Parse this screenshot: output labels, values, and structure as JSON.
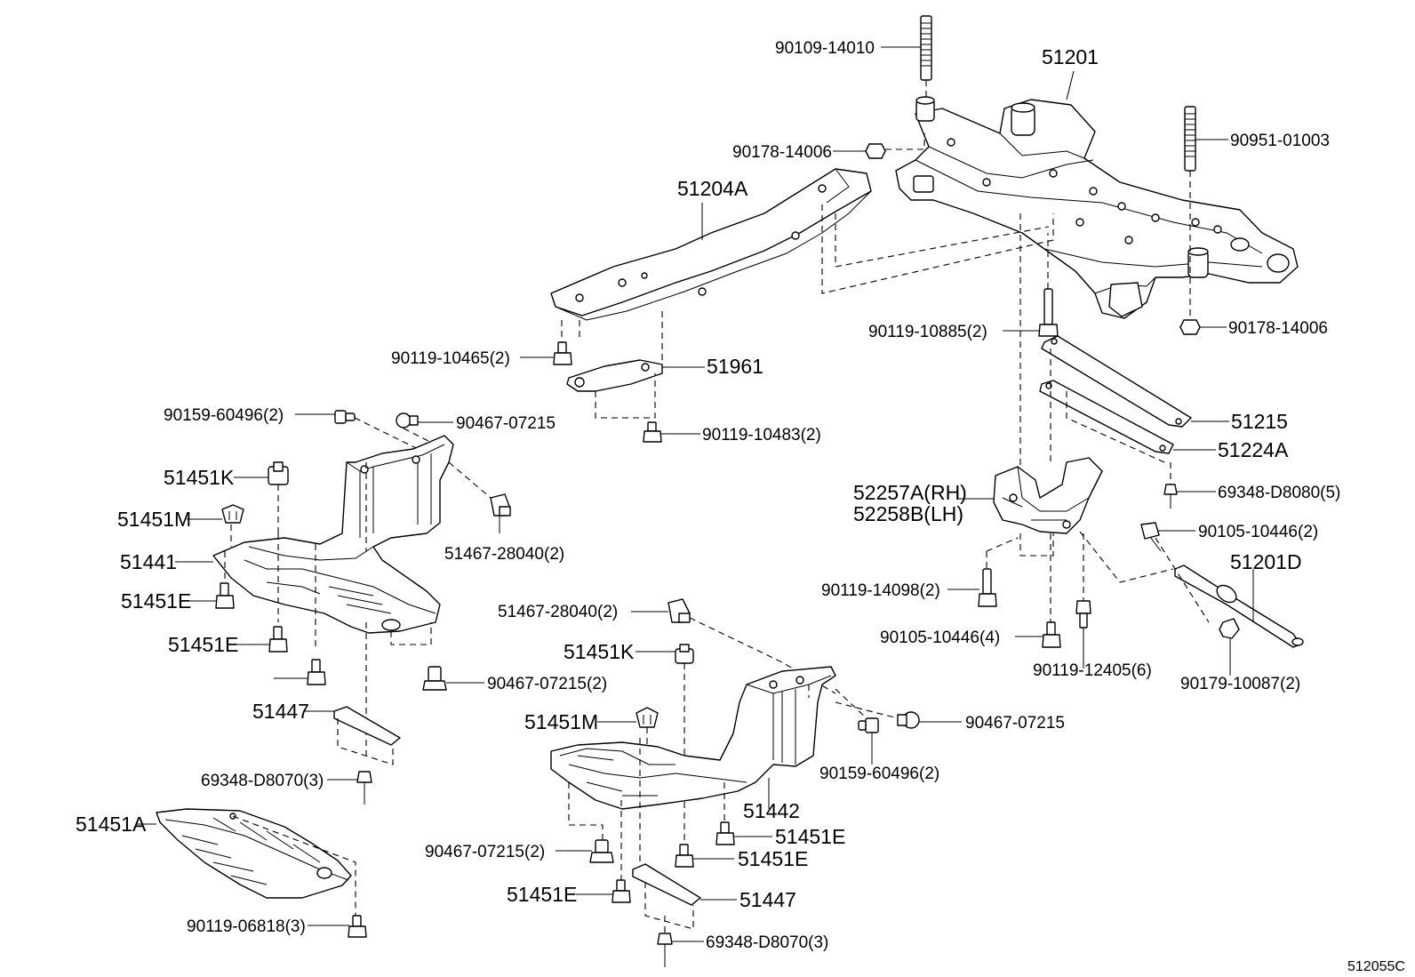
{
  "labels": {
    "p51201": "51201",
    "p90109_14010": "90109-14010",
    "p90951_01003": "90951-01003",
    "p90178_14006_top": "90178-14006",
    "p90178_14006_right": "90178-14006",
    "p51204A": "51204A",
    "p90119_10885": "90119-10885(2)",
    "p90119_10465": "90119-10465(2)",
    "p51961": "51961",
    "p90119_10483": "90119-10483(2)",
    "p90159_60496_left": "90159-60496(2)",
    "p90467_07215_a": "90467-07215",
    "p51451K_left": "51451K",
    "p51451M_left": "51451M",
    "p51441": "51441",
    "p51451E_a": "51451E",
    "p51451E_b": "51451E",
    "p51467_28040_a": "51467-28040(2)",
    "p90467_07215_b": "90467-07215(2)",
    "p51447_left": "51447",
    "p69348_D8070_left": "69348-D8070(3)",
    "p51451A": "51451A",
    "p90119_06818": "90119-06818(3)",
    "p51215": "51215",
    "p51224A": "51224A",
    "p52257A": "52257A(RH)",
    "p52258B": "52258B(LH)",
    "p69348_D8080": "69348-D8080(5)",
    "p90105_10446_2": "90105-10446(2)",
    "p51201D": "51201D",
    "p90119_14098": "90119-14098(2)",
    "p90105_10446_4": "90105-10446(4)",
    "p90119_12405": "90119-12405(6)",
    "p90179_10087": "90179-10087(2)",
    "p51467_28040_b": "51467-28040(2)",
    "p51451K_mid": "51451K",
    "p90467_07215_c": "90467-07215",
    "p51451M_mid": "51451M",
    "p90159_60496_mid": "90159-60496(2)",
    "p51442": "51442",
    "p51451E_c": "51451E",
    "p51451E_d": "51451E",
    "p90467_07215_d": "90467-07215(2)",
    "p51451E_e": "51451E",
    "p51447_mid": "51447",
    "p69348_D8070_mid": "69348-D8070(3)",
    "diagram_code": "512055C"
  }
}
